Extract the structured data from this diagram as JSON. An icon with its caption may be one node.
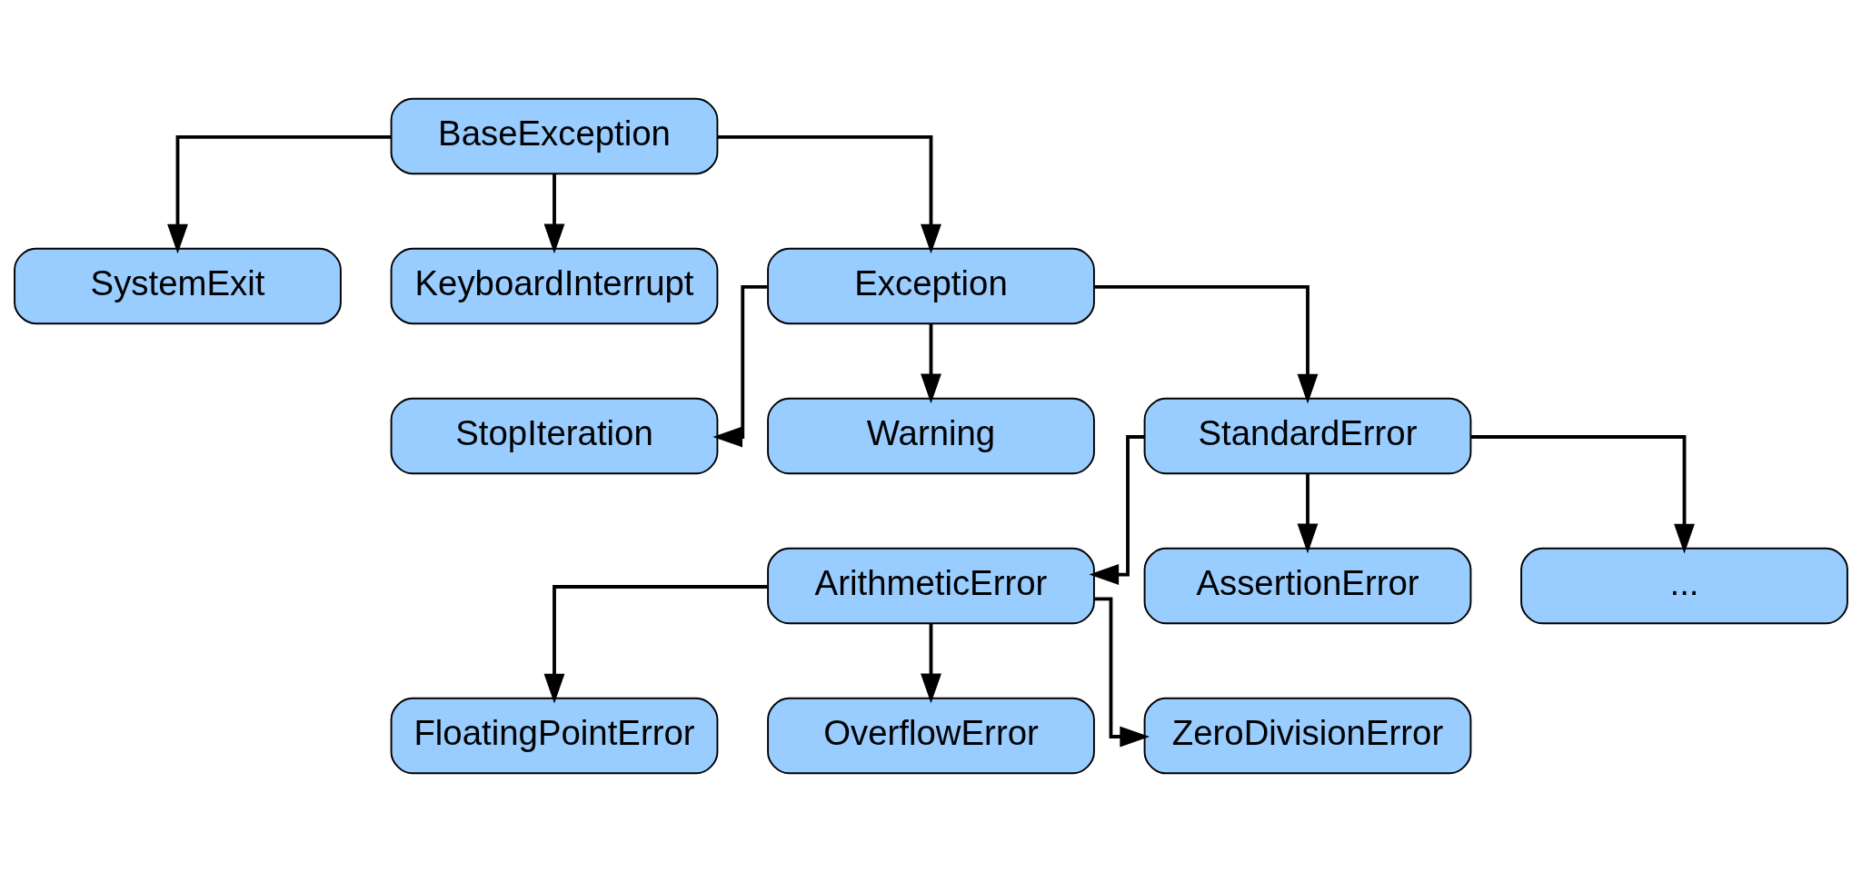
{
  "diagram": {
    "nodes": [
      {
        "text": [
          "BaseException"
        ]
      },
      {
        "text": [
          "SystemExit"
        ]
      },
      {
        "text": [
          "KeyboardInterrupt"
        ]
      },
      {
        "text": [
          "Exception"
        ]
      },
      {
        "text": [
          "StopIteration"
        ]
      },
      {
        "text": [
          "Warning"
        ]
      },
      {
        "text": [
          "StandardError"
        ]
      },
      {
        "text": [
          "ArithmeticError"
        ]
      },
      {
        "text": [
          "AssertionError"
        ]
      },
      {
        "text": [
          "..."
        ]
      },
      {
        "text": [
          "FloatingPointError"
        ]
      },
      {
        "text": [
          "OverflowError"
        ]
      },
      {
        "text": [
          "ZeroDivisionError"
        ]
      }
    ],
    "edges": [
      {
        "from": 0,
        "to": 1,
        "arrow": "to"
      },
      {
        "from": 0,
        "to": 2,
        "arrow": "to"
      },
      {
        "from": 0,
        "to": 3,
        "arrow": "to"
      },
      {
        "from": 3,
        "to": 4,
        "arrow": "to"
      },
      {
        "from": 3,
        "to": 5,
        "arrow": "to"
      },
      {
        "from": 3,
        "to": 6,
        "arrow": "to"
      },
      {
        "from": 6,
        "to": 7,
        "arrow": "to"
      },
      {
        "from": 6,
        "to": 8,
        "arrow": "to"
      },
      {
        "from": 6,
        "to": 9,
        "arrow": "to"
      },
      {
        "from": 7,
        "to": 10,
        "arrow": "to"
      },
      {
        "from": 7,
        "to": 11,
        "arrow": "to"
      },
      {
        "from": 7,
        "to": 12,
        "arrow": "to"
      }
    ]
  }
}
